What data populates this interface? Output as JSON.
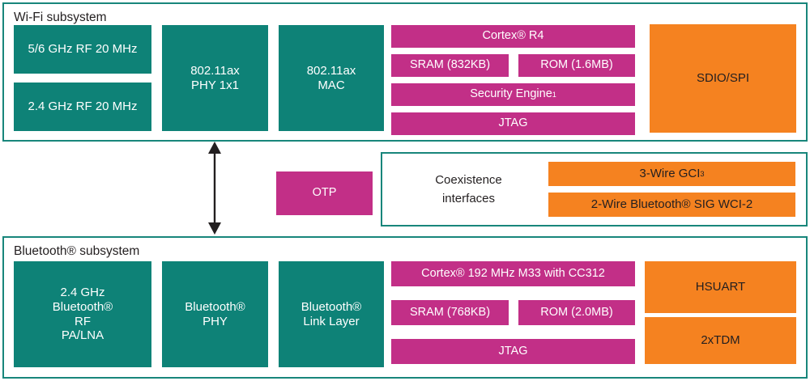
{
  "diagram": {
    "colors": {
      "teal": "#0e8277",
      "teal_border": "#18867b",
      "pink": "#c22f87",
      "orange": "#f58220",
      "text_dark": "#231f20",
      "background": "#ffffff"
    },
    "wifi": {
      "label": "Wi-Fi subsystem",
      "rf_blocks": [
        {
          "label": "5/6 GHz RF 20 MHz"
        },
        {
          "label": "2.4 GHz RF 20 MHz"
        }
      ],
      "phy": "802.11ax\nPHY 1x1",
      "mac": "802.11ax\nMAC",
      "cortex": "Cortex® R4",
      "sram": "SRAM (832KB)",
      "rom": "ROM (1.6MB)",
      "security_engine": "Security Engine",
      "security_engine_note": "1",
      "jtag": "JTAG",
      "host_interface": "SDIO/SPI"
    },
    "middle": {
      "otp": "OTP",
      "coexistence_label": "Coexistence\ninterfaces",
      "coex_rows": [
        {
          "label": "3-Wire GCI",
          "note": "3"
        },
        {
          "label": "2-Wire Bluetooth® SIG WCI-2",
          "note": ""
        }
      ]
    },
    "bluetooth": {
      "label": "Bluetooth® subsystem",
      "rf": "2.4 GHz\nBluetooth®\nRF\nPA/LNA",
      "phy": "Bluetooth®\nPHY",
      "link_layer": "Bluetooth®\nLink Layer",
      "cortex": "Cortex® 192 MHz M33 with CC312",
      "sram": "SRAM (768KB)",
      "rom": "ROM (2.0MB)",
      "jtag": "JTAG",
      "host_interfaces": [
        {
          "label": "HSUART"
        },
        {
          "label": "2xTDM"
        }
      ]
    },
    "connector": {
      "name": "bidirectional-arrow"
    }
  }
}
